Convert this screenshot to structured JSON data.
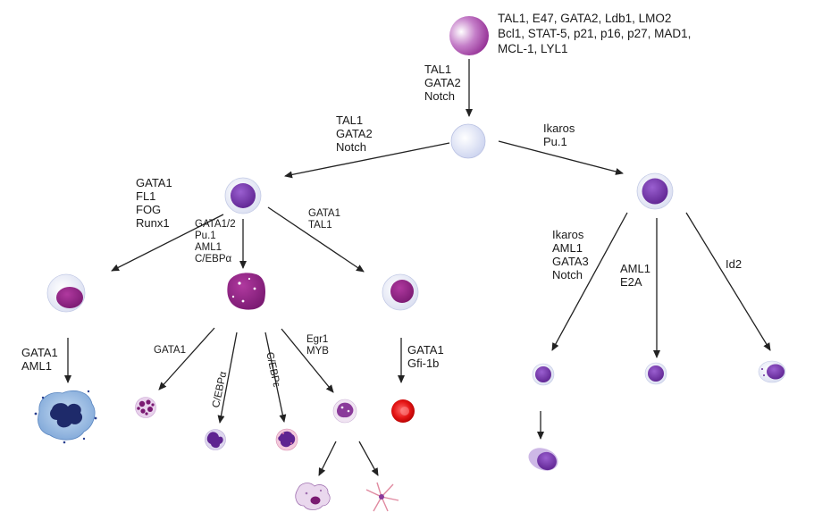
{
  "top_factors": [
    "TAL1, E47, GATA2, Ldb1, LMO2",
    "Bcl1, STAT-5, p21, p16, p27, MAD1,",
    "MCL-1, LYL1"
  ],
  "edges": {
    "hsc_to_mpp": [
      "TAL1",
      "GATA2",
      "Notch"
    ],
    "mpp_to_myeloid": [
      "TAL1",
      "GATA2",
      "Notch"
    ],
    "mpp_to_lymphoid": [
      "Ikaros",
      "Pu.1"
    ],
    "myeloid_to_mkep": [
      "GATA1",
      "FL1",
      "FOG",
      "Runx1"
    ],
    "myeloid_to_gmp": [
      "GATA1/2",
      "Pu.1",
      "AML1",
      "C/EBPα"
    ],
    "myeloid_to_ery_prog": [
      "GATA1",
      "TAL1"
    ],
    "mkep_to_megakaryocyte": [
      "GATA1",
      "AML1"
    ],
    "gmp_to_basophil": [
      "GATA1"
    ],
    "gmp_to_neutrophil": [
      "C/EBPα"
    ],
    "gmp_to_eosinophil": [
      "C/EBPε"
    ],
    "gmp_to_monocyte": [
      "Egr1",
      "MYB"
    ],
    "ery_to_erythrocyte": [
      "GATA1",
      "Gfi-1b"
    ],
    "lymphoid_to_t": [
      "Ikaros",
      "AML1",
      "GATA3",
      "Notch"
    ],
    "lymphoid_to_b": [
      "AML1",
      "E2A"
    ],
    "lymphoid_to_nk": [
      "Id2"
    ]
  },
  "colors": {
    "purple_dark": "#6a2a9a",
    "purple_nucleus": "#7b3fb0",
    "magenta": "#9b2c8f",
    "blue_light": "#dfe6f6",
    "red": "#e01818",
    "arrow": "#222222"
  }
}
